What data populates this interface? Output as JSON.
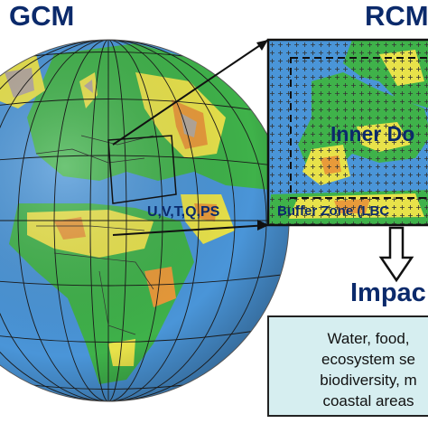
{
  "labels": {
    "gcm": "GCM",
    "rcm": "RCM",
    "forcing_variables": "U,V,T,Q,PS",
    "inner_domain": "Inner Do",
    "buffer_zone": "Buffer Zone (LBC",
    "impacts": "Impac"
  },
  "impacts_box": {
    "lines": [
      "Water, food,",
      "ecosystem se",
      "biodiversity, m",
      "coastal areas"
    ]
  },
  "colors": {
    "title_text": "#0b2a6b",
    "ocean": "#4a95d8",
    "lowland": "#3fb24a",
    "upland": "#e8e24a",
    "highland": "#e89a3a",
    "mountain": "#b5a89a",
    "impacts_box_fill": "#d6eef0"
  },
  "icons": {
    "globe": "globe-icon",
    "down_arrow": "hollow-down-arrow-icon"
  }
}
